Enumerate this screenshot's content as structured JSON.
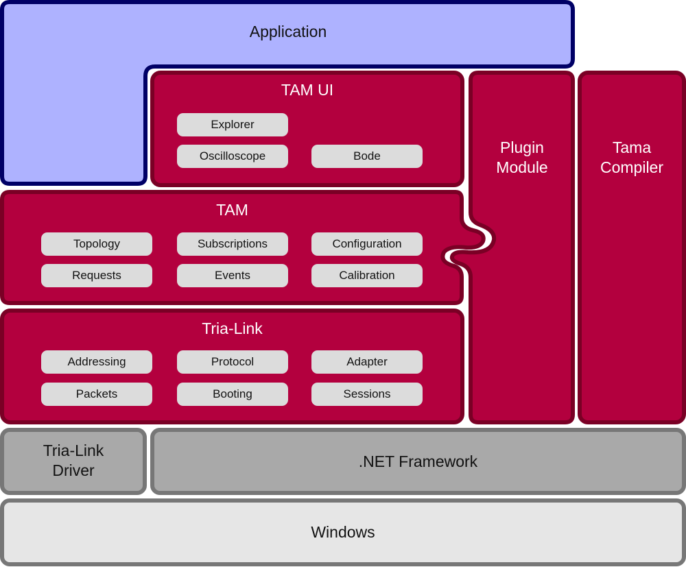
{
  "colors": {
    "application_fill": "#aeb2ff",
    "application_border": "#000066",
    "component_fill": "#b3003e",
    "component_border": "#7a0025",
    "framework_fill": "#a9a9a9",
    "framework_border": "#777777",
    "os_fill": "#e6e6e6",
    "pill_fill": "#dcdcdc"
  },
  "application": {
    "title": "Application"
  },
  "tam_ui": {
    "title": "TAM UI",
    "modules": [
      "Explorer",
      "Oscilloscope",
      "Bode"
    ]
  },
  "tam": {
    "title": "TAM",
    "modules": [
      "Topology",
      "Subscriptions",
      "Configuration",
      "Requests",
      "Events",
      "Calibration"
    ]
  },
  "tria_link": {
    "title": "Tria-Link",
    "modules": [
      "Addressing",
      "Protocol",
      "Adapter",
      "Packets",
      "Booting",
      "Sessions"
    ]
  },
  "plugin_module": {
    "line1": "Plugin",
    "line2": "Module"
  },
  "tama_compiler": {
    "line1": "Tama",
    "line2": "Compiler"
  },
  "tria_link_driver": {
    "line1": "Tria-Link",
    "line2": "Driver"
  },
  "dotnet": {
    "title": ".NET Framework"
  },
  "windows": {
    "title": "Windows"
  }
}
